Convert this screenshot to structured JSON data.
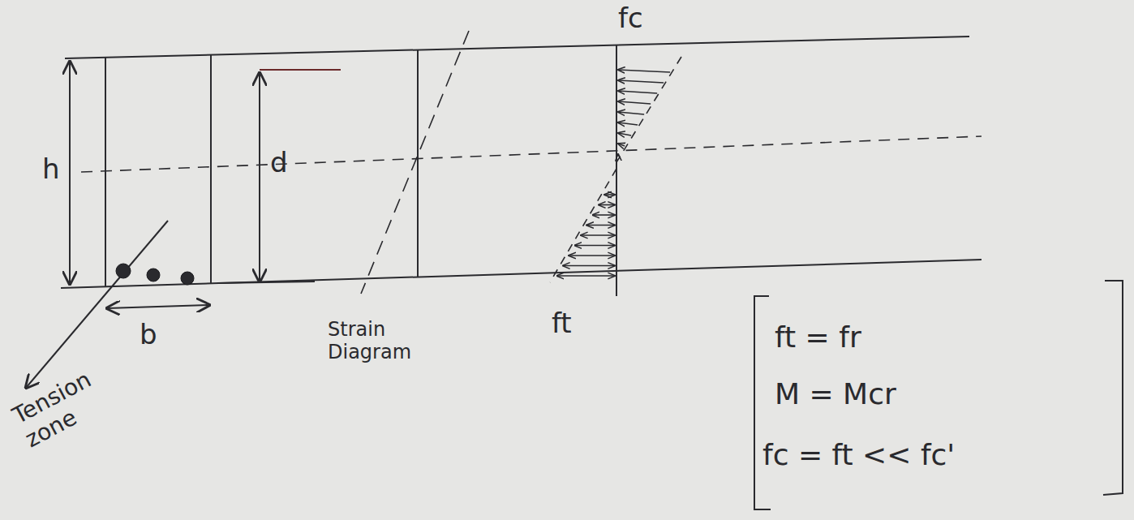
{
  "diagram": {
    "labels": [
      "fc",
      "h",
      "d",
      "b",
      "Tension zone",
      "Strain Diagram",
      "ft",
      "ft = fr",
      "M = Mcr",
      "fc = ft << fc'"
    ]
  }
}
